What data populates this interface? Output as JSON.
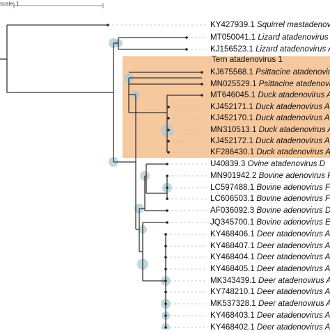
{
  "scale": {
    "label": "scale: 1"
  },
  "highlight": {
    "title": "Tern atadenovirus 1",
    "color": "#f6c89e"
  },
  "leaves": [
    {
      "acc": "KY427939.1",
      "name": "Squirrel mastadenovirus"
    },
    {
      "acc": "MT050041.1",
      "name": "Lizard atadenovirus E"
    },
    {
      "acc": "KJ156523.1",
      "name": "Lizard atadenovirus A"
    },
    {
      "acc": "KJ675568.1",
      "name": "Psittacine atadenovirus"
    },
    {
      "acc": "MN025529.1",
      "name": "Psittacine atadenovirus"
    },
    {
      "acc": "MT646045.1",
      "name": "Duck atadenovirus A"
    },
    {
      "acc": "KJ452171.1",
      "name": "Duck atadenovirus A"
    },
    {
      "acc": "KJ452170.1",
      "name": "Duck atadenovirus A"
    },
    {
      "acc": "MN310513.1",
      "name": "Duck atadenovirus A"
    },
    {
      "acc": "KJ452172.1",
      "name": "Duck atadenovirus A"
    },
    {
      "acc": "KF286430.1",
      "name": "Duck atadenovirus A"
    },
    {
      "acc": "U40839.3",
      "name": "Ovine atadenovirus D"
    },
    {
      "acc": "MN901942.2",
      "name": "Bovine adenovirus F"
    },
    {
      "acc": "LC597488.1",
      "name": "Bovine adenovirus F"
    },
    {
      "acc": "LC606503.1",
      "name": "Bovine adenovirus F"
    },
    {
      "acc": "AF036092.3",
      "name": "Bovine adenovirus D"
    },
    {
      "acc": "JQ345700.1",
      "name": "Bovine adenovirus E"
    },
    {
      "acc": "KY468406.1",
      "name": "Deer atadenovirus A"
    },
    {
      "acc": "KY468407.1",
      "name": "Deer atadenovirus A"
    },
    {
      "acc": "KY468404.1",
      "name": "Deer atadenovirus A"
    },
    {
      "acc": "KY468405.1",
      "name": "Deer atadenovirus A"
    },
    {
      "acc": "MK343439.1",
      "name": "Deer atadenovirus A"
    },
    {
      "acc": "KY748210.1",
      "name": "Deer atadenovirus A"
    },
    {
      "acc": "MK537328.1",
      "name": "Deer atadenovirus A"
    },
    {
      "acc": "KY468403.1",
      "name": "Deer atadenovirus A"
    },
    {
      "acc": "KY468402.1",
      "name": "Deer atadenovirus A"
    }
  ],
  "colors": {
    "branch": "#333333",
    "bootstrap": "#a9c9d4",
    "dash": "#bbbbbb"
  }
}
